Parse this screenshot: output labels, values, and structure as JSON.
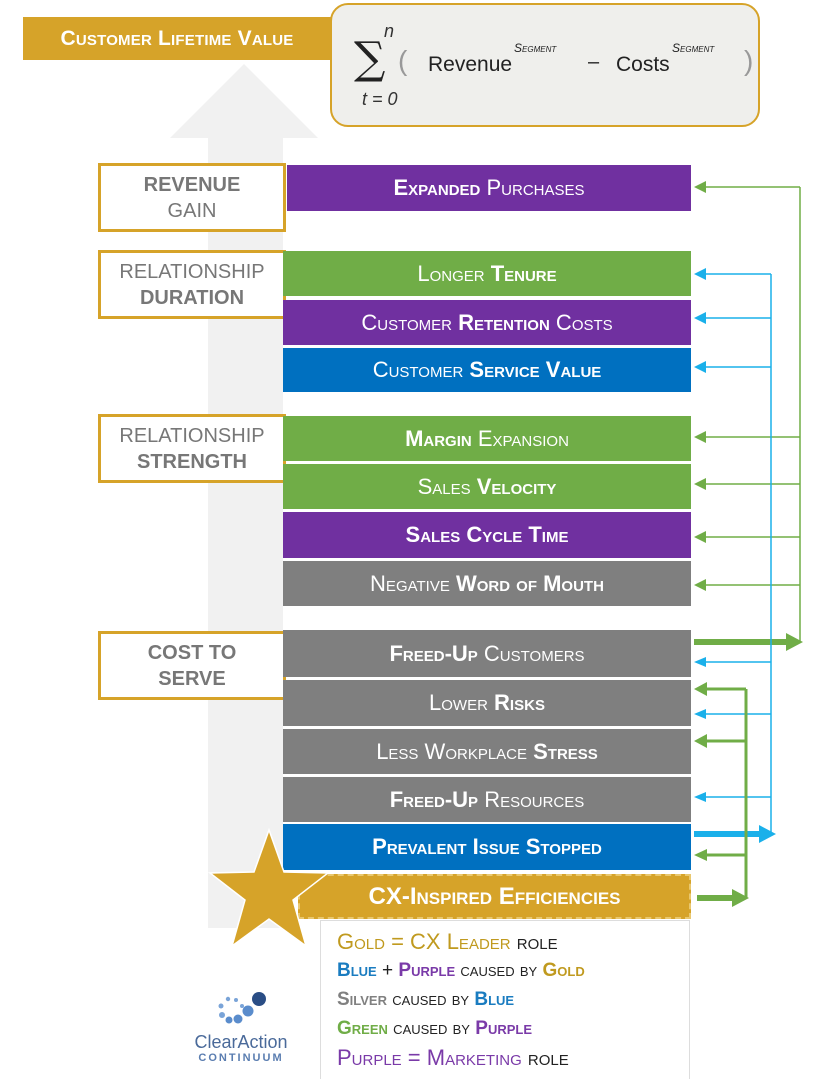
{
  "header": {
    "title": "Customer Lifetime Value",
    "formula": {
      "sigma": "∑",
      "upper": "n",
      "lower": "t = 0",
      "open_paren": "(",
      "close_paren": ")",
      "term1": "Revenue",
      "term1_sup": "Segment",
      "operator": "–",
      "term2": "Costs",
      "term2_sup": "Segment"
    }
  },
  "categories": [
    {
      "id": "revenue-gain",
      "line1": "REVENUE",
      "line2": "GAIN",
      "bold_line": 1
    },
    {
      "id": "relationship-duration",
      "line1": "RELATIONSHIP",
      "line2": "DURATION",
      "bold_line": 2
    },
    {
      "id": "relationship-strength",
      "line1": "RELATIONSHIP",
      "line2": "STRENGTH",
      "bold_line": 2
    },
    {
      "id": "cost-to-serve",
      "line1": "COST TO",
      "line2": "SERVE",
      "bold_line": 0
    }
  ],
  "bars": [
    {
      "id": "expanded-purchases",
      "parts": [
        "Expanded",
        " Purchases"
      ],
      "bold": [
        true,
        false
      ],
      "color": "purple"
    },
    {
      "id": "longer-tenure",
      "parts": [
        "Longer ",
        "Tenure"
      ],
      "bold": [
        false,
        true
      ],
      "color": "green"
    },
    {
      "id": "customer-retention-costs",
      "parts": [
        "Customer ",
        "Retention",
        " Costs"
      ],
      "bold": [
        false,
        true,
        false
      ],
      "color": "purple"
    },
    {
      "id": "customer-service-value",
      "parts": [
        "Customer ",
        "Service Value"
      ],
      "bold": [
        false,
        true
      ],
      "color": "blue"
    },
    {
      "id": "margin-expansion",
      "parts": [
        "Margin",
        " Expansion"
      ],
      "bold": [
        true,
        false
      ],
      "color": "green"
    },
    {
      "id": "sales-velocity",
      "parts": [
        "Sales ",
        "Velocity"
      ],
      "bold": [
        false,
        true
      ],
      "color": "green"
    },
    {
      "id": "sales-cycle-time",
      "parts": [
        "Sales Cycle Time"
      ],
      "bold": [
        true
      ],
      "color": "purple"
    },
    {
      "id": "negative-word-of-mouth",
      "parts": [
        "Negative ",
        "Word of Mouth"
      ],
      "bold": [
        false,
        true
      ],
      "color": "silver"
    },
    {
      "id": "freed-up-customers",
      "parts": [
        "Freed-Up",
        " Customers"
      ],
      "bold": [
        true,
        false
      ],
      "color": "silver"
    },
    {
      "id": "lower-risks",
      "parts": [
        "Lower ",
        "Risks"
      ],
      "bold": [
        false,
        true
      ],
      "color": "silver"
    },
    {
      "id": "less-workplace-stress",
      "parts": [
        "Less Workplace ",
        "Stress"
      ],
      "bold": [
        false,
        true
      ],
      "color": "silver"
    },
    {
      "id": "freed-up-resources",
      "parts": [
        "Freed-Up",
        " Resources"
      ],
      "bold": [
        true,
        false
      ],
      "color": "silver"
    },
    {
      "id": "prevalent-issue-stopped",
      "parts": [
        "Prevalent Issue Stopped"
      ],
      "bold": [
        true
      ],
      "color": "blue"
    }
  ],
  "cx_bar": {
    "label": "CX-Inspired Efficiencies",
    "color": "gold"
  },
  "legend": [
    {
      "parts": [
        {
          "t": "Gold = CX Leader",
          "c": "gold"
        },
        {
          "t": " role",
          "c": "black"
        }
      ]
    },
    {
      "parts": [
        {
          "t": "Blue",
          "c": "blue",
          "b": true
        },
        {
          "t": " + ",
          "c": "black"
        },
        {
          "t": "Purple",
          "c": "purple",
          "b": true
        },
        {
          "t": " caused by ",
          "c": "black"
        },
        {
          "t": "Gold",
          "c": "gold",
          "b": true
        }
      ]
    },
    {
      "parts": [
        {
          "t": "Silver",
          "c": "silver",
          "b": true
        },
        {
          "t": " caused by ",
          "c": "black"
        },
        {
          "t": "Blue",
          "c": "blue",
          "b": true
        }
      ]
    },
    {
      "parts": [
        {
          "t": "Green",
          "c": "green",
          "b": true
        },
        {
          "t": " caused by ",
          "c": "black"
        },
        {
          "t": "Purple",
          "c": "purple",
          "b": true
        }
      ]
    },
    {
      "parts": [
        {
          "t": "Purple = Marketing",
          "c": "purple"
        },
        {
          "t": " role",
          "c": "black"
        }
      ]
    }
  ],
  "logo": {
    "name": "ClearAction",
    "subtitle": "CONTINUUM"
  },
  "colors": {
    "gold": "#d6a329",
    "purple": "#7030a0",
    "green": "#70ad47",
    "blue": "#0070c0",
    "silver": "#7f7f7f",
    "arrow_blue": "#1ab0ea",
    "arrow_green": "#70ad47",
    "legend_gold": "#c09a1f",
    "legend_blue": "#1a7cc0",
    "legend_purple": "#7a3aa8",
    "legend_green": "#70ad47",
    "legend_silver": "#808080",
    "legend_black": "#222222",
    "background_arrow": "#f1f1f1"
  }
}
